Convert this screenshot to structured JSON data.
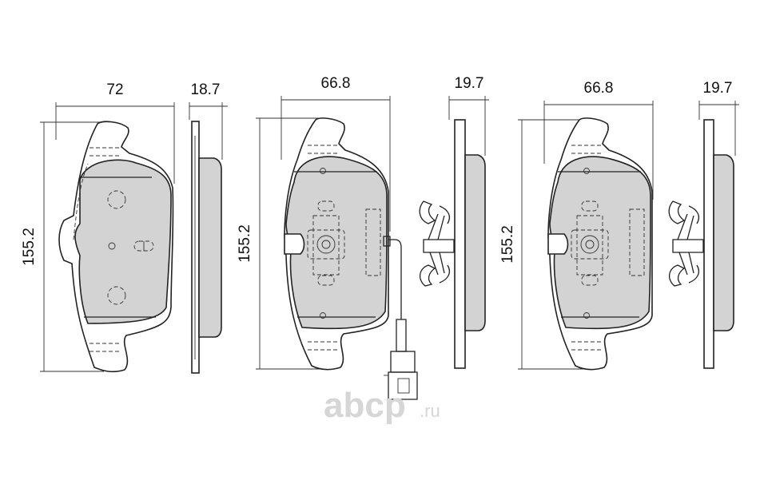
{
  "dimensions": {
    "p1_width": "72",
    "p1_thickness": "18.7",
    "p1_height": "155.2",
    "p2_width": "66.8",
    "p2_thickness": "19.7",
    "p2_height": "155.2",
    "p3_width": "66.8",
    "p3_thickness": "19.7",
    "p3_height": "155.2"
  },
  "watermark": {
    "brand": "abcp",
    "tld": ".ru"
  },
  "colors": {
    "friction_material": "#d3d3d3",
    "line": "#222222",
    "watermark": "#d6d6d6"
  }
}
